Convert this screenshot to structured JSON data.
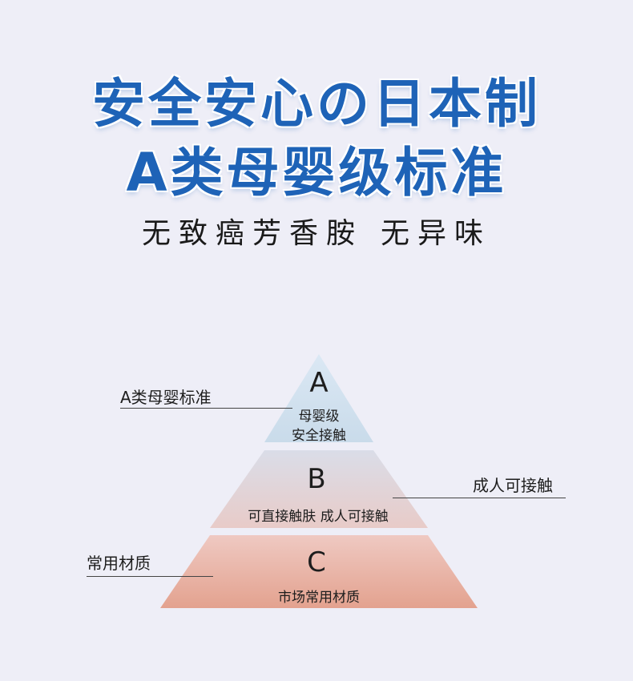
{
  "headline": {
    "line1": "安全安心の日本制",
    "line2": "A类母婴级标准"
  },
  "subheadline": {
    "part1": "无致癌芳香胺",
    "part2": "无异味"
  },
  "pyramid": {
    "tier_a": {
      "letter": "A",
      "line1": "母婴级",
      "line2": "安全接触",
      "side_label": "A类母婴标准"
    },
    "tier_b": {
      "letter": "B",
      "line1": "可直接触肤 成人可接触",
      "side_label": "成人可接触"
    },
    "tier_c": {
      "letter": "C",
      "line1": "市场常用材质",
      "side_label": "常用材质"
    }
  },
  "colors": {
    "headline": "#1e63b7",
    "background": "#eeeef7",
    "tier_a": "#d2e2f0",
    "tier_b": "#e0d4d8",
    "tier_c": "#e6ab9a"
  }
}
